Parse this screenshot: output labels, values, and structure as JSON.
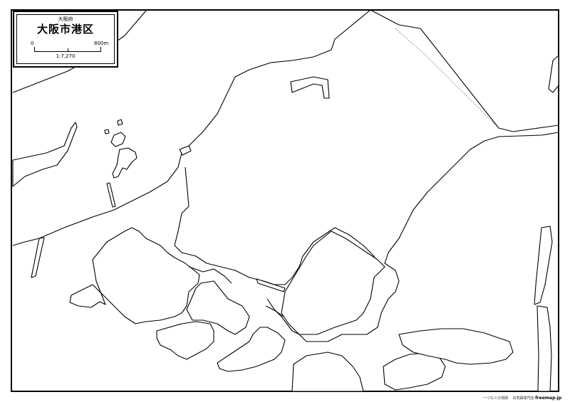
{
  "legend": {
    "prefecture": "大阪府",
    "title": "大阪市港区",
    "scale_start": "0",
    "scale_end": "800m",
    "scale_ratio": "1:7,270"
  },
  "credit": {
    "left": "一つなぐの地図",
    "middle": "白地図専門店",
    "brand": "freemap.jp"
  },
  "colors": {
    "line": "#000000",
    "background": "#ffffff",
    "boundary": "#666666"
  }
}
